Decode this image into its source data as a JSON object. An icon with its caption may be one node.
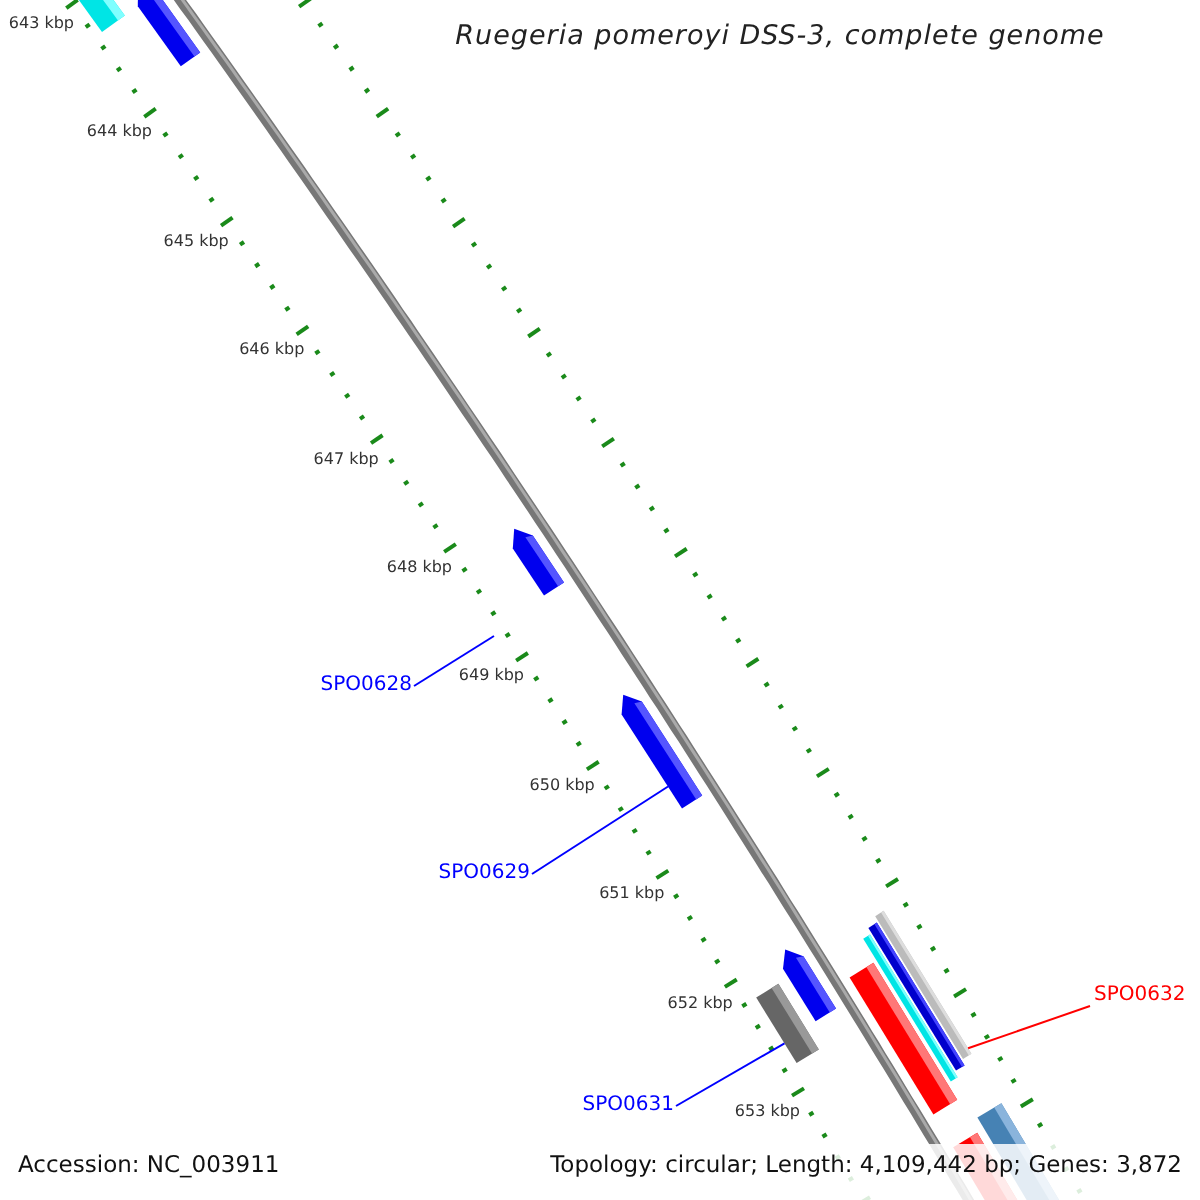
{
  "diagram": {
    "title": "Ruegeria pomeroyi DSS-3, complete genome",
    "nodes": [
      {
        "text": [
          "SPO0628"
        ]
      },
      {
        "text": [
          "SPO0629"
        ]
      },
      {
        "text": [
          "SPO0631"
        ]
      },
      {
        "text": [
          "SPO0632"
        ]
      },
      {
        "text": [],
        "shape": "bar"
      },
      {
        "text": [],
        "shape": "bar"
      },
      {
        "text": [],
        "shape": "bar"
      }
    ],
    "edges": [
      {
        "from": 0,
        "to": null,
        "arrow": "none"
      },
      {
        "from": 1,
        "to": 6,
        "arrow": "none"
      },
      {
        "from": 2,
        "to": 4,
        "arrow": "none"
      },
      {
        "from": 3,
        "to": 5,
        "arrow": "none",
        "color": "#ff0000"
      }
    ],
    "labels": [
      "643 kbp",
      "644 kbp",
      "645 kbp",
      "646 kbp",
      "647 kbp",
      "648 kbp",
      "649 kbp",
      "650 kbp",
      "651 kbp",
      "652 kbp",
      "653 kbp",
      "Accession: NC_003911",
      "Topology: circular; Length: 4,109,442 bp; Genes: 3,872"
    ]
  }
}
